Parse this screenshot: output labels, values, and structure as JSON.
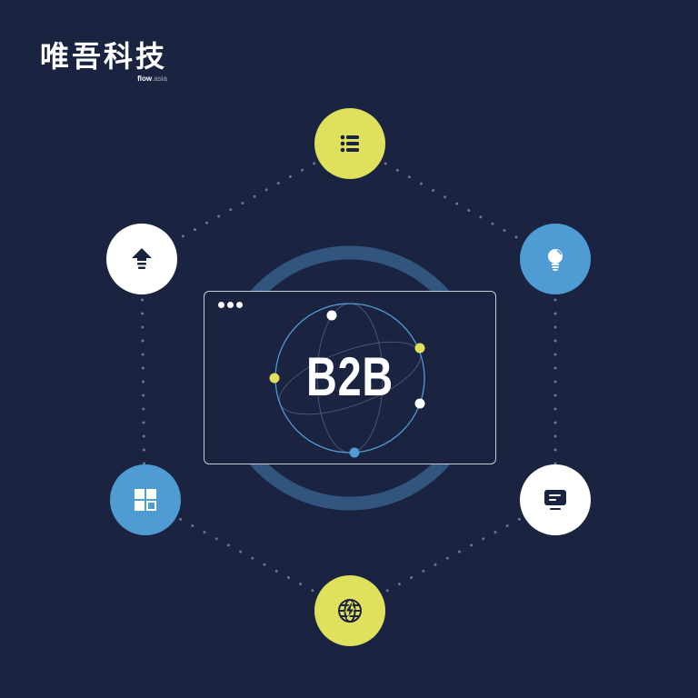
{
  "logo": {
    "chinese": "唯吾科技",
    "english_main": "flow",
    "english_suffix": ".asia"
  },
  "center": {
    "label": "B2B",
    "window_dots": 3
  },
  "colors": {
    "background": "#1a2340",
    "yellow": "#dfe05c",
    "blue": "#4f9bd3",
    "white": "#ffffff",
    "ring": "#31557d",
    "dotted_line": "#6a7590",
    "icon_dark": "#1a2340"
  },
  "nodes": [
    {
      "position": "top",
      "icon": "list-icon",
      "color": "yellow"
    },
    {
      "position": "upper-left",
      "icon": "upload-arrow-icon",
      "color": "white"
    },
    {
      "position": "upper-right",
      "icon": "lightbulb-icon",
      "color": "blue"
    },
    {
      "position": "lower-left",
      "icon": "apps-grid-icon",
      "color": "blue"
    },
    {
      "position": "lower-right",
      "icon": "monitor-icon",
      "color": "white"
    },
    {
      "position": "bottom",
      "icon": "globe-lightning-icon",
      "color": "yellow"
    }
  ]
}
